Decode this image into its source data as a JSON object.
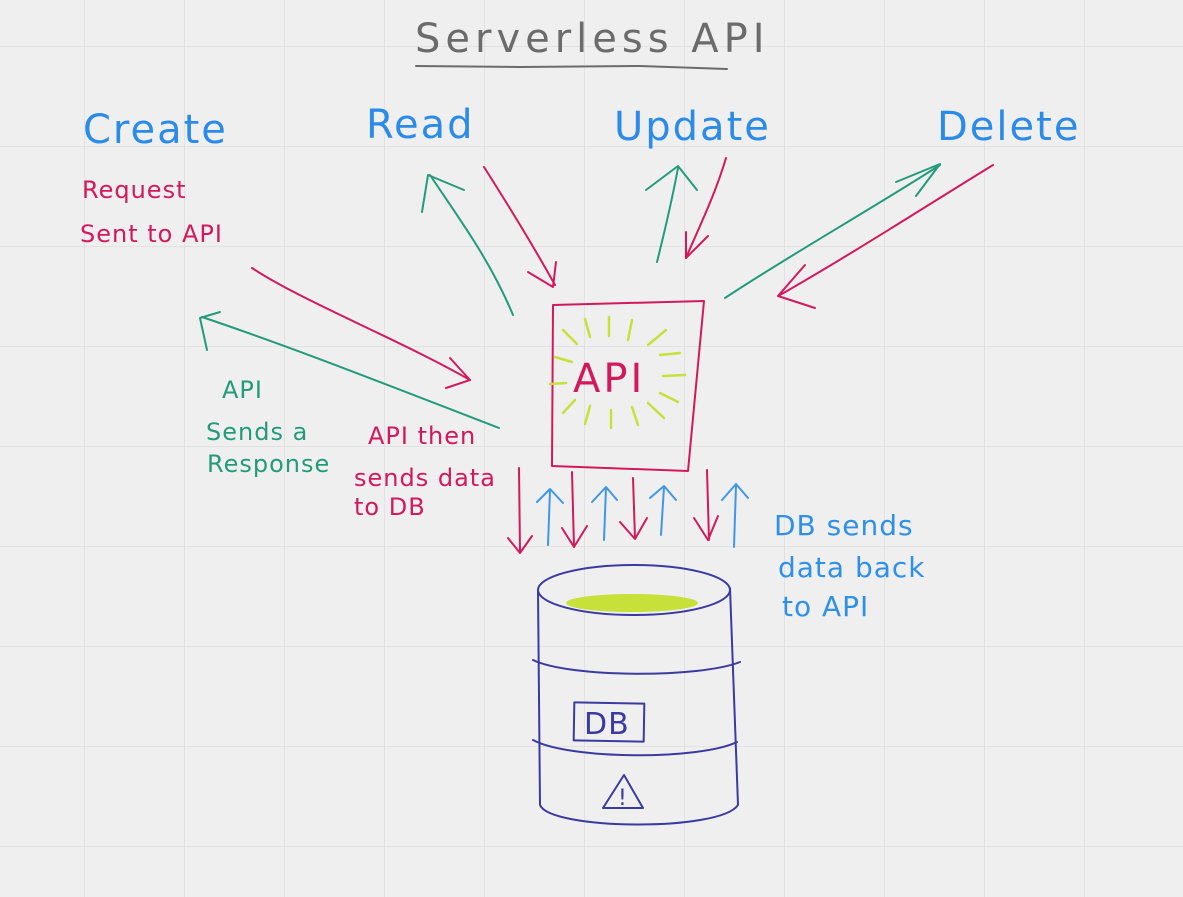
{
  "title": "Serverless API",
  "operations": {
    "create": "Create",
    "read": "Read",
    "update": "Update",
    "delete": "Delete"
  },
  "notes": {
    "request_line1": "Request",
    "request_line2": "Sent to API",
    "response_line1": "API",
    "response_line2": "Sends a",
    "response_line3": "Response",
    "to_db_line1": "API then",
    "to_db_line2": "sends data",
    "to_db_line3": "to DB",
    "db_back_line1": "DB sends",
    "db_back_line2": "data back",
    "db_back_line3": "to API"
  },
  "api_box_label": "API",
  "db_label": "DB",
  "warning_symbol": "!",
  "colors": {
    "title": "#6b6b6b",
    "operation": "#2b8be8",
    "request": "#d2195c",
    "response": "#239b7a",
    "db_return": "#3f97e6",
    "database": "#3b3aa0",
    "highlight": "#c8e03a"
  }
}
